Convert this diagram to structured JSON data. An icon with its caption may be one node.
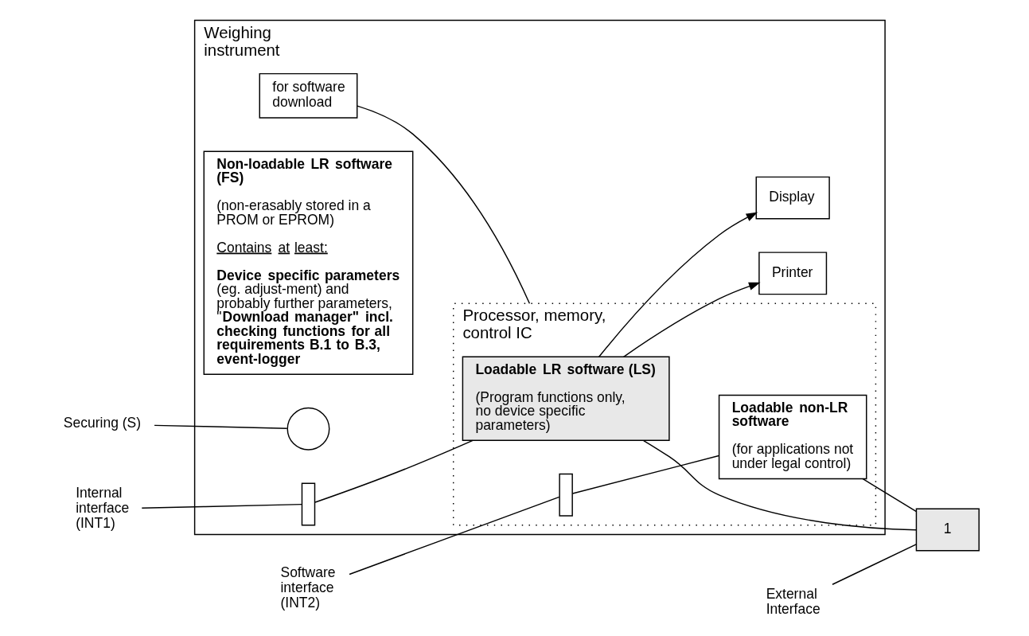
{
  "diagram": {
    "nodes": [
      {
        "text": [
          "Weighing instrument"
        ]
      },
      {
        "text": [
          "Display"
        ],
        "in": 0
      },
      {
        "text": [
          "for software download"
        ],
        "in": 0
      },
      {
        "text": [
          "Processor, memory, control IC"
        ],
        "in": 0
      },
      {
        "text": [
          "Non-loadable LR software (FS)",
          "(non-erasably stored in a PROM or EPROM)",
          "Contains at least:",
          "**Device specific parameters** (eg. adjust-ment) and probably further parameters, \"**Download manager\" incl. checking functions for all requirements B.1 to B.3, event-logger**"
        ],
        "in": 0
      },
      {
        "text": [],
        "shape": "box",
        "in": 0
      },
      {
        "text": [],
        "shape": "circle",
        "in": 0
      },
      {
        "text": [
          "Loadable LR software (LS)",
          "(Program functions only, no device specific parameters)"
        ],
        "in": 3
      },
      {
        "text": [],
        "shape": "box",
        "in": 3
      },
      {
        "text": [
          "Loadable non-LR software",
          "(for applications not under legal control)"
        ],
        "in": 3
      },
      {
        "text": [
          "1"
        ]
      },
      {
        "text": [
          "Printer"
        ],
        "in": 0
      },
      {
        "text": [
          "Securing (S)"
        ]
      },
      {
        "text": [
          "Internal interface (INT1)"
        ]
      },
      {
        "text": [
          "Software interface (INT2)"
        ]
      },
      {
        "text": [
          "External Interface"
        ]
      }
    ],
    "edges": [
      {
        "from": 7,
        "to": 1,
        "arrow": "to"
      },
      {
        "from": 7,
        "to": 11,
        "arrow": "to"
      },
      {
        "from": 5,
        "to": 7,
        "arrow": "none"
      },
      {
        "from": 8,
        "to": 9,
        "arrow": "none"
      },
      {
        "from": 9,
        "to": 10,
        "arrow": "none"
      },
      {
        "from": 7,
        "to": 10,
        "arrow": "none"
      },
      {
        "from": 2,
        "to": 3,
        "arrow": "none"
      },
      {
        "from": 12,
        "to": 6,
        "arrow": "none"
      },
      {
        "from": 13,
        "to": 5,
        "arrow": "none"
      },
      {
        "from": 14,
        "to": 8,
        "arrow": "none"
      },
      {
        "from": 15,
        "to": 10,
        "arrow": "none"
      }
    ]
  }
}
